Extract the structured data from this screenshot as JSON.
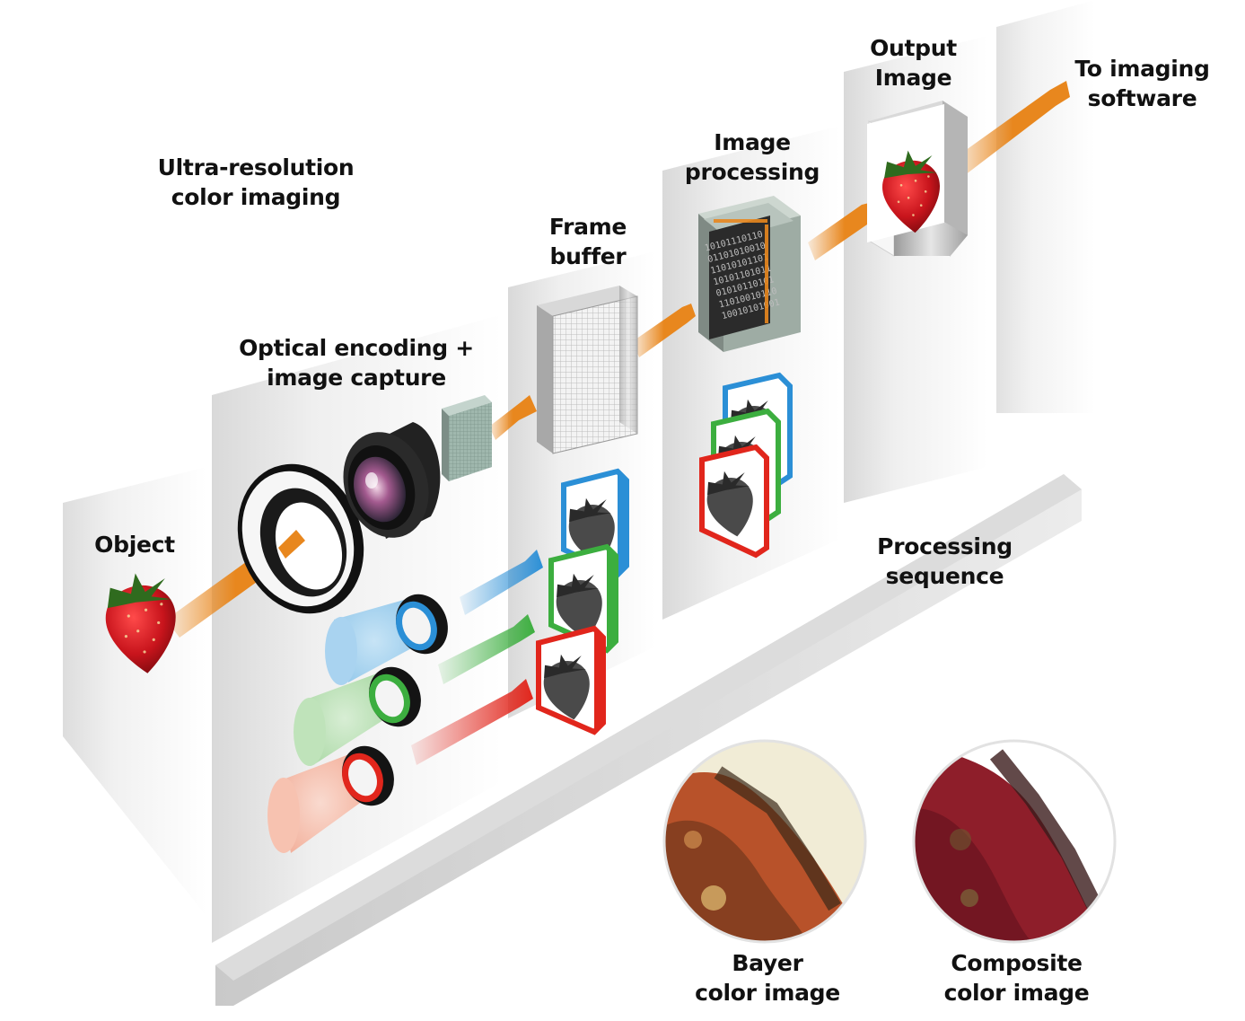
{
  "title": [
    "Ultra-resolution",
    "color imaging"
  ],
  "stages": {
    "object": [
      "Object"
    ],
    "optical": [
      "Optical encoding +",
      "image capture"
    ],
    "frame_buffer": [
      "Frame",
      "buffer"
    ],
    "image_processing": [
      "Image",
      "processing"
    ],
    "output_image": [
      "Output",
      "Image"
    ],
    "software": [
      "To imaging",
      "software"
    ]
  },
  "processing_sequence": [
    "Processing",
    "sequence"
  ],
  "insets": {
    "bayer": [
      "Bayer",
      "color image"
    ],
    "composite": [
      "Composite",
      "color image"
    ]
  },
  "chip_text": [
    "10101110110",
    "01101010010",
    "11010101101",
    "10101101011",
    "01010110101",
    "11010010110",
    "10010101001"
  ],
  "colors": {
    "flow_arrow": "#e8871e",
    "blue_channel": "#2b8fd6",
    "green_channel": "#3cae3f",
    "red_channel": "#e1261c",
    "strawberry": "#c8141c",
    "lens_dark": "#1c1c1c"
  },
  "icons": [
    "strawberry",
    "ring-light",
    "camera-lens",
    "image-sensor",
    "frame-buffer-grid",
    "processor-chip",
    "color-filter-rings",
    "light-cones"
  ]
}
